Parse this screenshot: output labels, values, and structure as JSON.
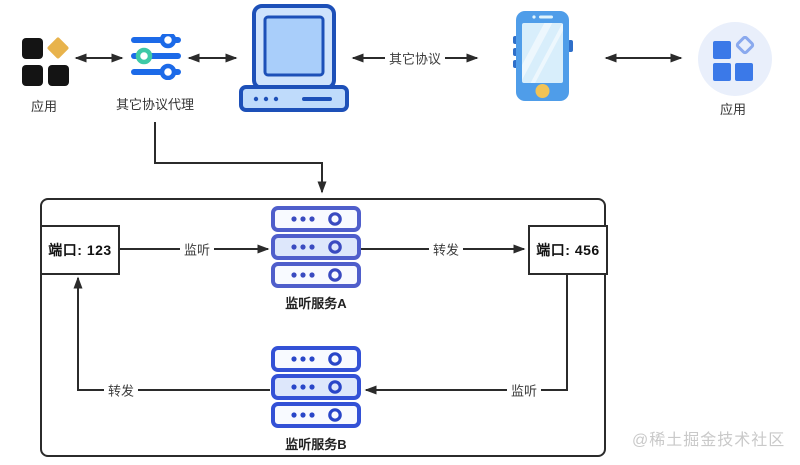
{
  "colors": {
    "line": "#2b2b2b",
    "slider_blue": "#1c6ae8",
    "slider_teal": "#3ec9a7",
    "app_black": "#141414",
    "app_yellow": "#e8b34c",
    "computer_stroke": "#1d50b8",
    "computer_fill": "#bfdbfb",
    "phone_body": "#4f9de9",
    "phone_screen": "#d8eefb",
    "phone_home": "#f2c355",
    "circle_icon_bg": "#e9effb",
    "circle_icon_blue": "#3b79e8",
    "server_a_border": "#4f5ecb",
    "server_b_border": "#3351d6",
    "watermark": "#c9c9c9"
  },
  "top_row": {
    "app_left_label": "应用",
    "proxy_label": "其它协议代理",
    "protocol_edge_label": "其它协议",
    "app_right_label": "应用"
  },
  "flow_box": {
    "port_left_label": "端口: 123",
    "port_right_label": "端口: 456",
    "service_a_label": "监听服务A",
    "service_b_label": "监听服务B",
    "edge_listen_top": "监听",
    "edge_forward_top": "转发",
    "edge_listen_bottom": "监听",
    "edge_forward_bottom": "转发"
  },
  "watermark": "@稀土掘金技术社区"
}
